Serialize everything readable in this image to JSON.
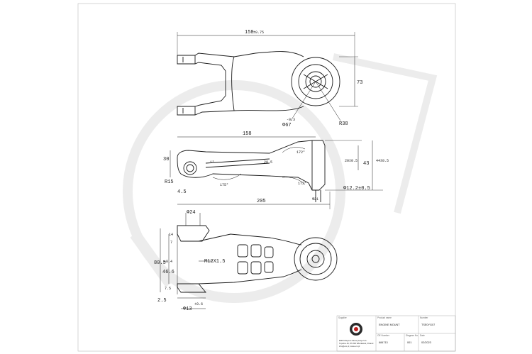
{
  "drawing": {
    "top_view": {
      "overall_length": "158",
      "overall_length_tol": "±0.75",
      "height": "73",
      "bore_dia": "Φ67",
      "bore_tol": "-0.3",
      "radius": "R38"
    },
    "side_view": {
      "length": "158",
      "left_height": "30",
      "angle_small": "1°",
      "rib_width": "20.5",
      "angle_top": "172°",
      "height_20": "20±0.5",
      "height_44": "44±0.5",
      "height_43": "43",
      "radius_15": "R15",
      "offset_45": "4.5",
      "angle_left": "175°",
      "angle_right": "173°",
      "dia_21": "Φ21",
      "thread_dia": "Φ12.2±0.5",
      "total_length": "205"
    },
    "bottom_view": {
      "dia_24": "Φ24",
      "gap_14": "14",
      "gap_7": "7",
      "height_80": "80.5",
      "spread_46": "46.6",
      "spread_tol": "+0.4",
      "thread": "M12X1.5",
      "gap_75": "7.5",
      "offset_25": "2.5",
      "dia_13": "Φ13",
      "dia_13_tol": "+0.6"
    }
  },
  "title_block": {
    "supplier_label": "Supplier",
    "company_line1": "EMM Waymet Motoryzacja S.A.",
    "company_line2": "Topolna 46, 87-800 Włocławek, Poland",
    "company_line3": "info@em.pl, www.em.pl",
    "product_label": "Product name",
    "product_value": "ENGINE MOUNT",
    "number_label": "Number",
    "number_value": "TSE0YG07",
    "oe_label": "OE Number",
    "oe_value": "684713",
    "diagram_label": "Diagram No.",
    "diagram_value": "001",
    "date_label": "Date",
    "date_value": "02/2023"
  },
  "colors": {
    "line": "#1a1a1a",
    "watermark": "#eaeaea",
    "border": "#999999"
  }
}
